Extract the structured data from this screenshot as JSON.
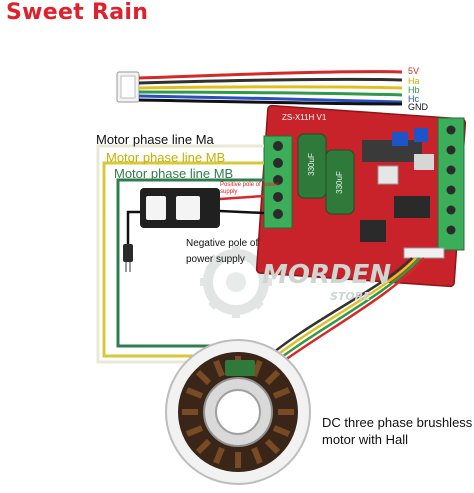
{
  "brand": {
    "title": "Sweet Rain"
  },
  "cable_labels": {
    "v5": "5V",
    "ha": "Ha",
    "hb": "Hb",
    "hc": "Hc",
    "gnd": "GND"
  },
  "board": {
    "model_text": "ZS-X11H V1",
    "cap_value": "330uF"
  },
  "annotations": {
    "motor_phase_ma": "Motor phase line Ma",
    "motor_phase_mb_yellow": "Motor phase line MB",
    "motor_phase_mb_green": "Motor phase line MB",
    "positive_pole": "Positive pole of power supply",
    "negative_pole": "Negative pole of",
    "power_supply": "power supply",
    "motor_desc_line1": "DC three phase brushless",
    "motor_desc_line2": "motor with Hall"
  },
  "watermark": {
    "text": "MORDEN",
    "subtext": "STORE"
  },
  "colors": {
    "title": "#e0202b",
    "board": "#c8232a",
    "terminal": "#3cae5a",
    "wire_yellow": "#d7c83a",
    "wire_green": "#2f7d4f",
    "wire_red": "#e02020"
  },
  "icons": [
    "gear-watermark-icon",
    "power-adapter-icon",
    "ac-plug-icon",
    "motor-stator-icon"
  ]
}
